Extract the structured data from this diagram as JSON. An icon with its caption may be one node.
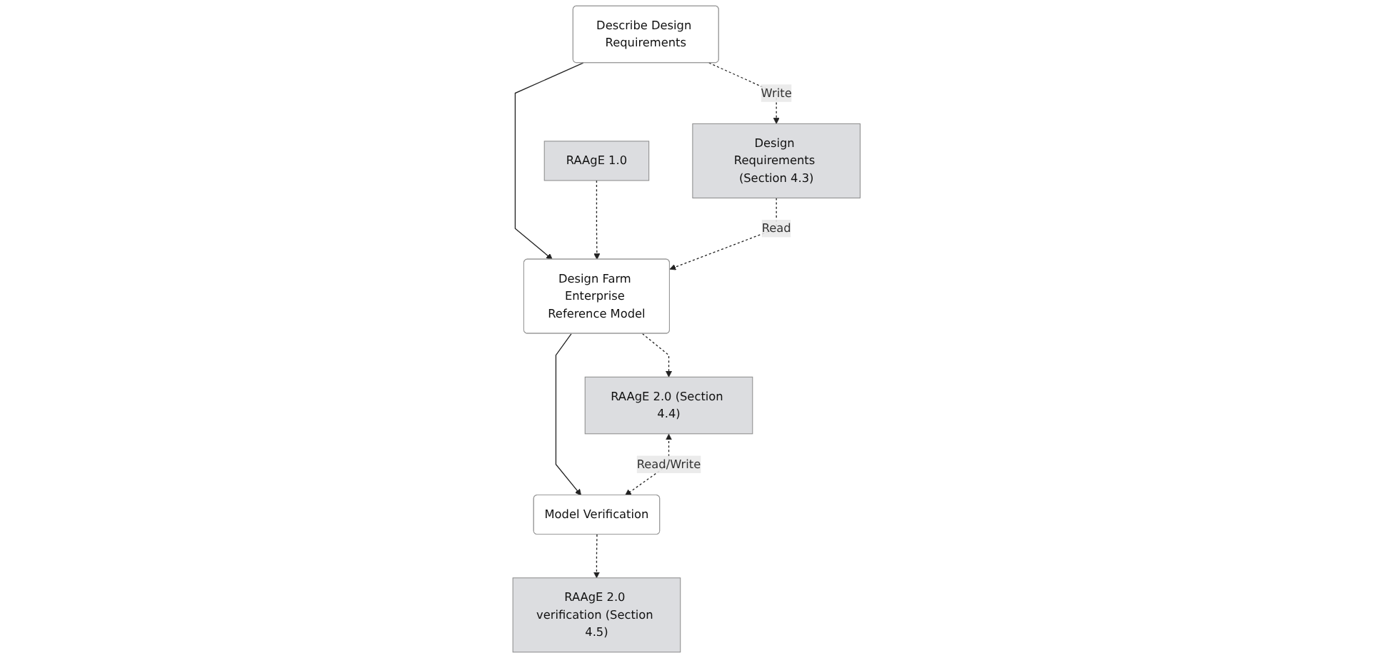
{
  "diagram": {
    "nodes": [
      {
        "text": [
          "RAAgE 1.0"
        ]
      },
      {
        "text": [
          "Describe Design Requirements"
        ]
      },
      {
        "text": [
          "Design Farm Enterprise Reference Model"
        ]
      },
      {
        "text": [
          "Model Verification"
        ]
      },
      {
        "text": [
          "Design Requirements (Section 4.3)"
        ]
      },
      {
        "text": [
          "RAAgE 2.0 (Section 4.4)"
        ]
      },
      {
        "text": [
          "RAAgE 2.0 verification (Section 4.5)"
        ]
      }
    ],
    "edges": [
      {
        "from": 1,
        "to": 2,
        "arrow": "to"
      },
      {
        "from": 2,
        "to": 3,
        "arrow": "to"
      },
      {
        "from": 0,
        "to": 2,
        "arrow": "to",
        "style": "dashed"
      },
      {
        "from": 1,
        "to": 4,
        "arrow": "to",
        "label": "Write",
        "style": "dashed"
      },
      {
        "from": 4,
        "to": 2,
        "arrow": "to",
        "label": "Read",
        "style": "dashed"
      },
      {
        "from": 2,
        "to": 5,
        "arrow": "to",
        "style": "dashed"
      },
      {
        "from": 5,
        "to": 3,
        "arrow": "both",
        "label": "Read/Write",
        "style": "dashed"
      },
      {
        "from": 3,
        "to": 6,
        "arrow": "to",
        "style": "dashed"
      }
    ]
  }
}
